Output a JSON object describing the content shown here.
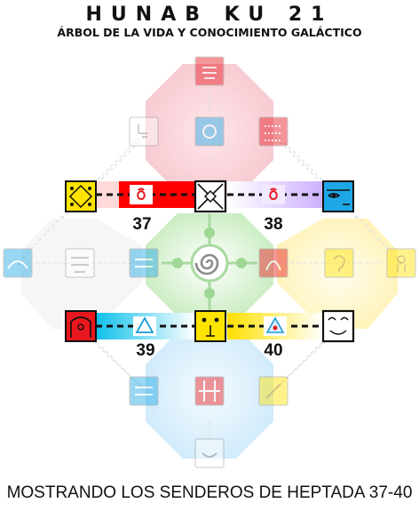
{
  "header": {
    "title": "HUNAB KU 21",
    "subtitle": "ÁRBOL DE LA VIDA Y CONOCIMIENTO GALÁCTICO"
  },
  "paths": [
    {
      "label": "37",
      "color_start": "#ff0000",
      "color_end": "#ff0000",
      "glyph": "red-seed-glyph"
    },
    {
      "label": "38",
      "color_start": "#e9d8ff",
      "color_end": "#d6b8ff",
      "glyph": "violet-seed-glyph"
    },
    {
      "label": "39",
      "color_start": "#11c3e8",
      "color_end": "#ffffff",
      "glyph": "blue-triangle-glyph"
    },
    {
      "label": "40",
      "color_start": "#ffe000",
      "color_end": "#ffffff",
      "glyph": "yellow-triangle-glyph"
    }
  ],
  "colors": {
    "red": "#e8181e",
    "white": "#ffffff",
    "blue": "#1ea7e6",
    "yellow": "#ffe400",
    "green_center": "#b9e6b0",
    "faded_red": "#f6b9be",
    "faded_blue": "#b6dcf3",
    "faded_yellow": "#fff2a6"
  },
  "caption": "MOSTRANDO LOS SENDEROS DE HEPTADA 37-40"
}
